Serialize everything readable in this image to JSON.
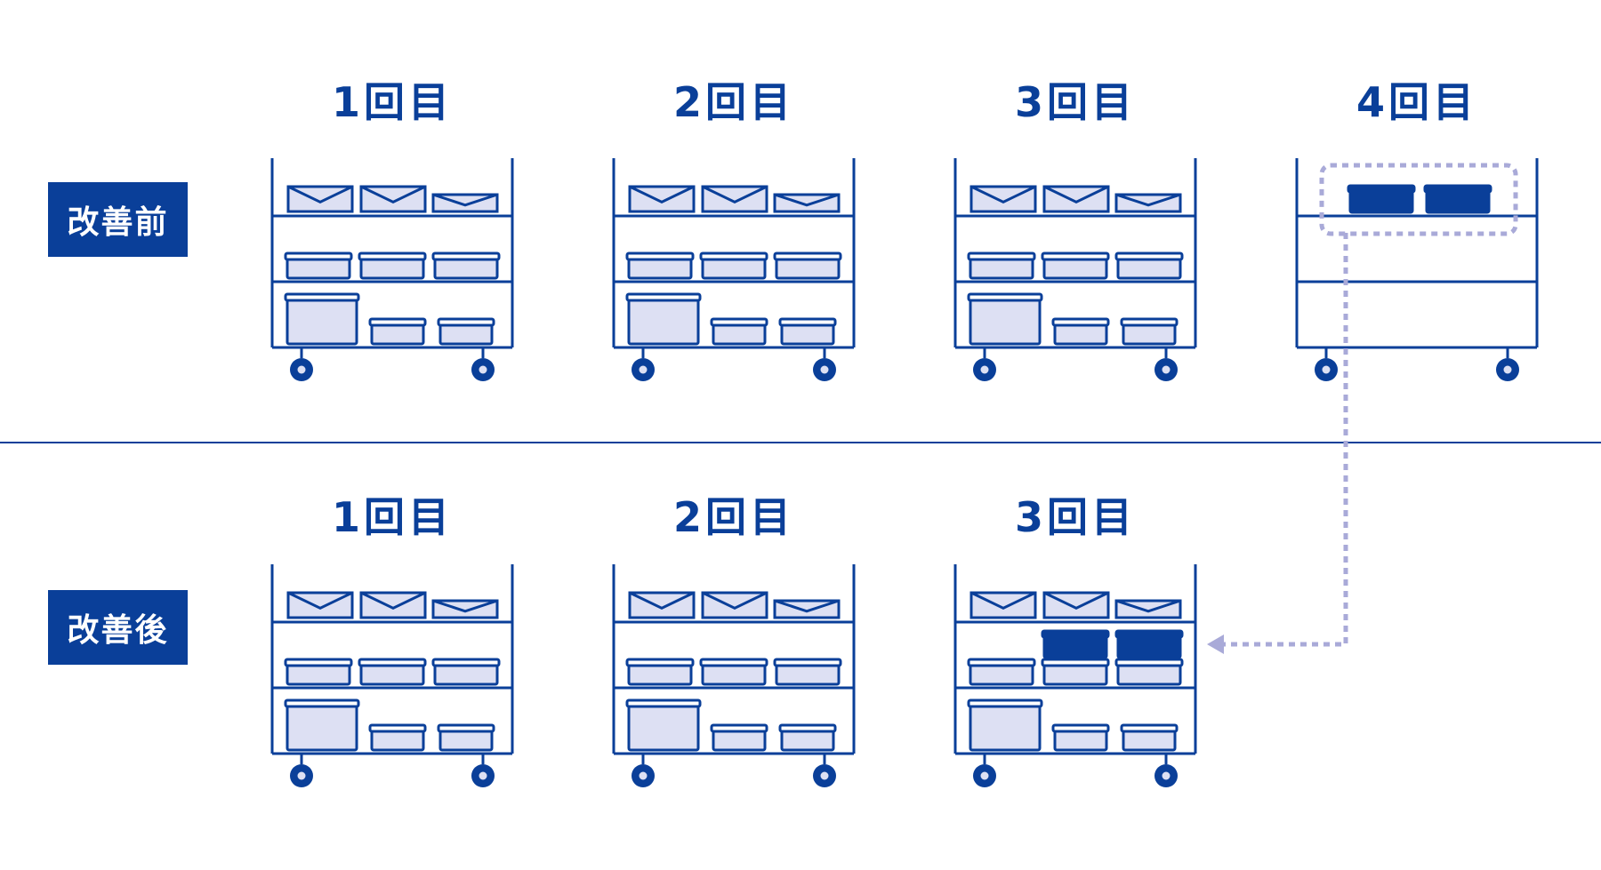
{
  "colors": {
    "primary": "#0a3f99",
    "container_fill": "#dde0f3",
    "highlight_fill": "#0a3f99",
    "arrow": "#a9aad8",
    "background": "#ffffff"
  },
  "before": {
    "label": "改善前",
    "rounds": [
      {
        "label": "1回目",
        "contents": "full"
      },
      {
        "label": "2回目",
        "contents": "full"
      },
      {
        "label": "3回目",
        "contents": "full"
      },
      {
        "label": "4回目",
        "contents": "two-dark-containers-only"
      }
    ]
  },
  "after": {
    "label": "改善後",
    "rounds": [
      {
        "label": "1回目",
        "contents": "full"
      },
      {
        "label": "2回目",
        "contents": "full"
      },
      {
        "label": "3回目",
        "contents": "full-plus-moved-containers"
      }
    ]
  },
  "icons": {
    "cart": "shelf-cart-icon",
    "envelope": "envelope-icon",
    "container": "food-container-icon",
    "wheel": "wheel-icon",
    "arrow": "dotted-arrow-icon"
  }
}
